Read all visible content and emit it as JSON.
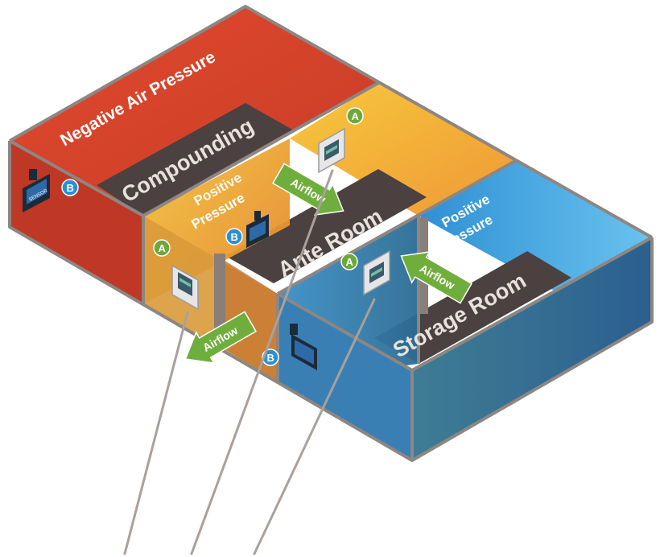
{
  "labels": {
    "negative_air_pressure": "Negative Air Pressure",
    "compounding": "Compounding",
    "positive_pressure_left_1": "Positive",
    "positive_pressure_left_2": "Pressure",
    "positive_pressure_right_1": "Positive",
    "positive_pressure_right_2": "Pressure",
    "ante_room": "Ante Room",
    "storage_room": "Storage Room"
  },
  "airflow": {
    "top": "Airflow",
    "right": "Airflow",
    "bottom": "Airflow"
  },
  "badges": {
    "a": "A",
    "b": "B"
  },
  "device_text": "SENSOR",
  "colors": {
    "negative_room": "#d5452c",
    "ante_room": "#e8a23a",
    "storage_room": "#2f95d6",
    "floor": "#4a4140",
    "badge_a": "#6da83a",
    "badge_b": "#2b8fd6",
    "arrow": "#6fae3c",
    "leader_line": "#a8a19c"
  }
}
